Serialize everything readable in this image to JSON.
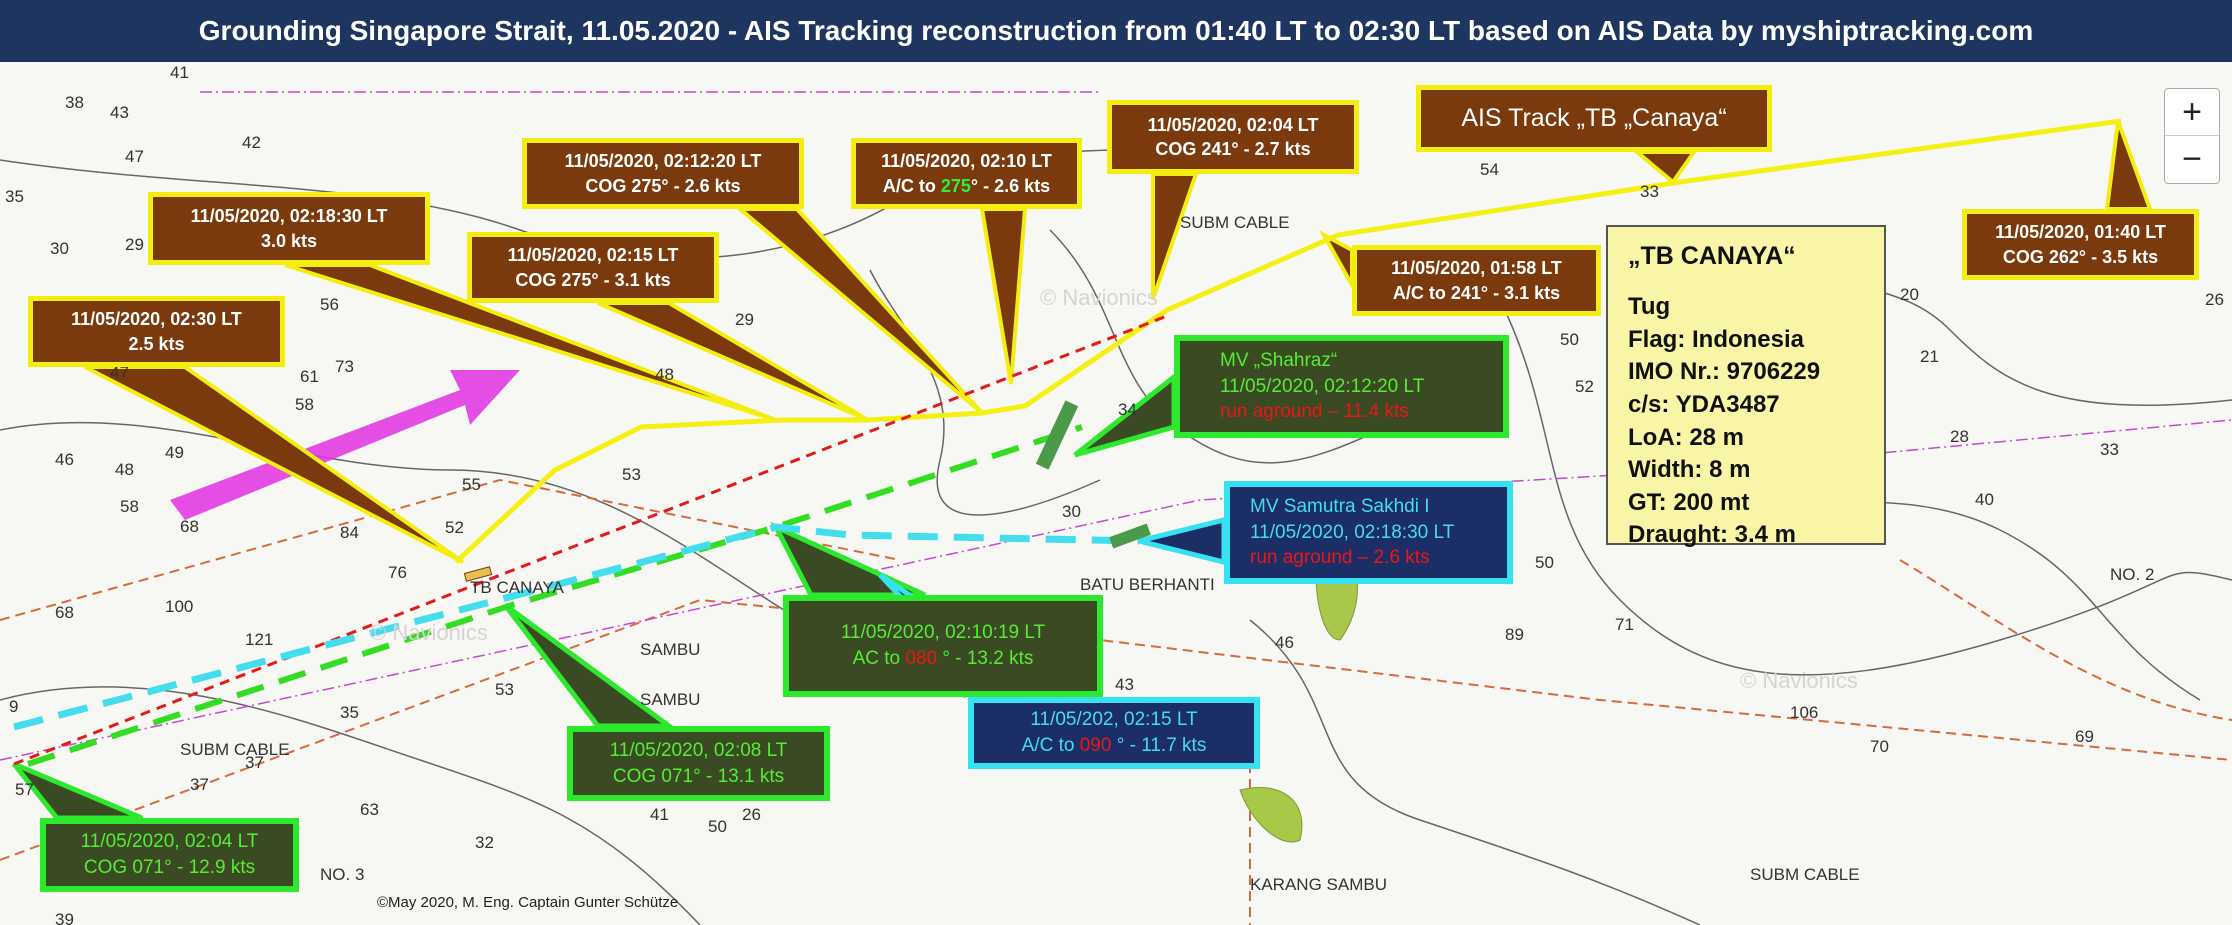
{
  "title": "Grounding Singapore Strait, 11.05.2020 - AIS Tracking reconstruction from 01:40 LT to 02:30 LT based on AIS Data by myshiptracking.com",
  "colors": {
    "tug_box": "#7b3a0e",
    "tug_border": "#f3ee10",
    "shahraz_box": "#3a4a22",
    "shahraz_border": "#2ee82e",
    "samutra_box": "#1b2e66",
    "samutra_border": "#36e2f2",
    "alert": "#ee1515"
  },
  "tug_callouts": [
    {
      "l1": "11/05/2020, 02:30 LT",
      "l2": "2.5 kts"
    },
    {
      "l1": "11/05/2020, 02:18:30 LT",
      "l2": "3.0 kts"
    },
    {
      "l1": "11/05/2020, 02:15 LT",
      "l2": "COG 275° - 3.1 kts"
    },
    {
      "l1": "11/05/2020, 02:12:20 LT",
      "l2": "COG 275° - 2.6 kts"
    },
    {
      "l1": "11/05/2020, 02:10 LT",
      "l2a": "A/C to ",
      "l2b": "275",
      "l2c": "° - 2.6 kts"
    },
    {
      "l1": "11/05/2020, 02:04 LT",
      "l2": "COG 241° - 2.7 kts"
    },
    {
      "l1": "11/05/2020, 01:58 LT",
      "l2": "A/C to 241° - 3.1 kts"
    },
    {
      "l1": "11/05/2020, 01:40 LT",
      "l2": "COG 262° - 3.5 kts"
    }
  ],
  "track_label": "AIS Track „TB „Canaya“",
  "shahraz": {
    "name": "MV „Shahraz“",
    "grounding_time": "11/05/2020, 02:12:20 LT",
    "grounding": "run aground – 11.4 kts",
    "c1": {
      "l1": "11/05/2020, 02:10:19 LT",
      "l2a": "AC to ",
      "l2b": "080",
      "l2c": " ° - 13.2 kts"
    },
    "c2": {
      "l1": "11/05/2020, 02:08 LT",
      "l2": "COG 071° - 13.1 kts"
    },
    "c3": {
      "l1": "11/05/2020, 02:04 LT",
      "l2": "COG 071° - 12.9 kts"
    }
  },
  "samutra": {
    "name": "MV Samutra Sakhdi I",
    "grounding_time": "11/05/2020, 02:18:30 LT",
    "grounding": "run aground – 2.6 kts",
    "c1": {
      "l1": "11/05/202, 02:15 LT",
      "l2a": "A/C to ",
      "l2b": "090",
      "l2c": " ° - 11.7 kts"
    }
  },
  "info": {
    "name": "„TB CANAYA“",
    "type": "Tug",
    "flag": "Flag: Indonesia",
    "imo": "IMO Nr.: 9706229",
    "callsign": "c/s: YDA3487",
    "loa": "LoA:  28 m",
    "width": "Width: 8 m",
    "gt": "GT: 200 mt",
    "draught": "Draught: 3.4 m"
  },
  "map_labels": [
    "BATU BERHANTI",
    "SAMBU",
    "SAMBU",
    "SUBM CABLE",
    "SUBM CABLE",
    "SUBM CABLE",
    "KARANG SAMBU",
    "TB CANAYA",
    "NO. 3",
    "NO. 2",
    "© Navionics",
    "© Navionics",
    "© Navionics"
  ],
  "depths": [
    "38",
    "41",
    "43",
    "42",
    "47",
    "35",
    "30",
    "29",
    "56",
    "61",
    "73",
    "58",
    "47",
    "46",
    "48",
    "49",
    "58",
    "68",
    "84",
    "55",
    "52",
    "76",
    "100",
    "121",
    "68",
    "35",
    "53",
    "37",
    "57",
    "50",
    "48",
    "53",
    "34",
    "30",
    "29",
    "54",
    "20",
    "50",
    "52",
    "33",
    "26",
    "21",
    "28",
    "33",
    "40",
    "50",
    "71",
    "89",
    "69",
    "106",
    "70",
    "46",
    "43",
    "9",
    "41",
    "26",
    "32",
    "63",
    "39",
    "37"
  ],
  "zoom": {
    "in": "+",
    "out": "−"
  },
  "copyright": "©May 2020, M. Eng. Captain Gunter Schütze"
}
